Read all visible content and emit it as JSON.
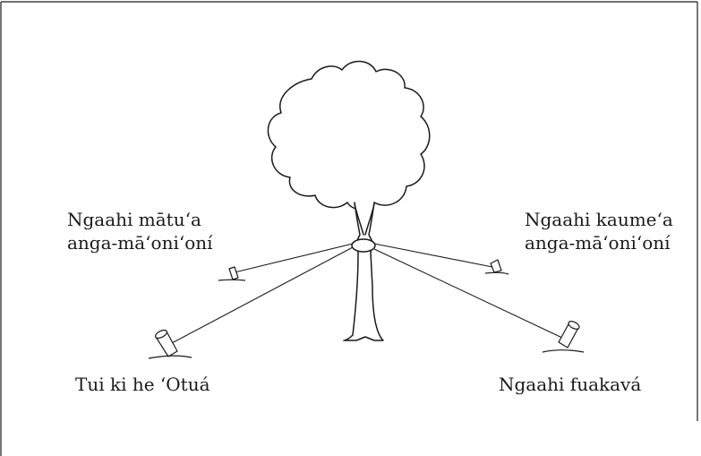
{
  "diagram": {
    "labels": {
      "parents": [
        "Ngaahi mātu‘a",
        "anga-mā‘oni‘oní"
      ],
      "friends": [
        "Ngaahi kaume‘a",
        "anga-mā‘oni‘oní"
      ],
      "faith": "Tui ki he ‘Otuá",
      "children": "Ngaahi fuakavá"
    },
    "colors": {
      "stroke": "#1a1a1a",
      "background": "#ffffff"
    },
    "icons": [
      "tree-icon",
      "stake-icon"
    ]
  }
}
